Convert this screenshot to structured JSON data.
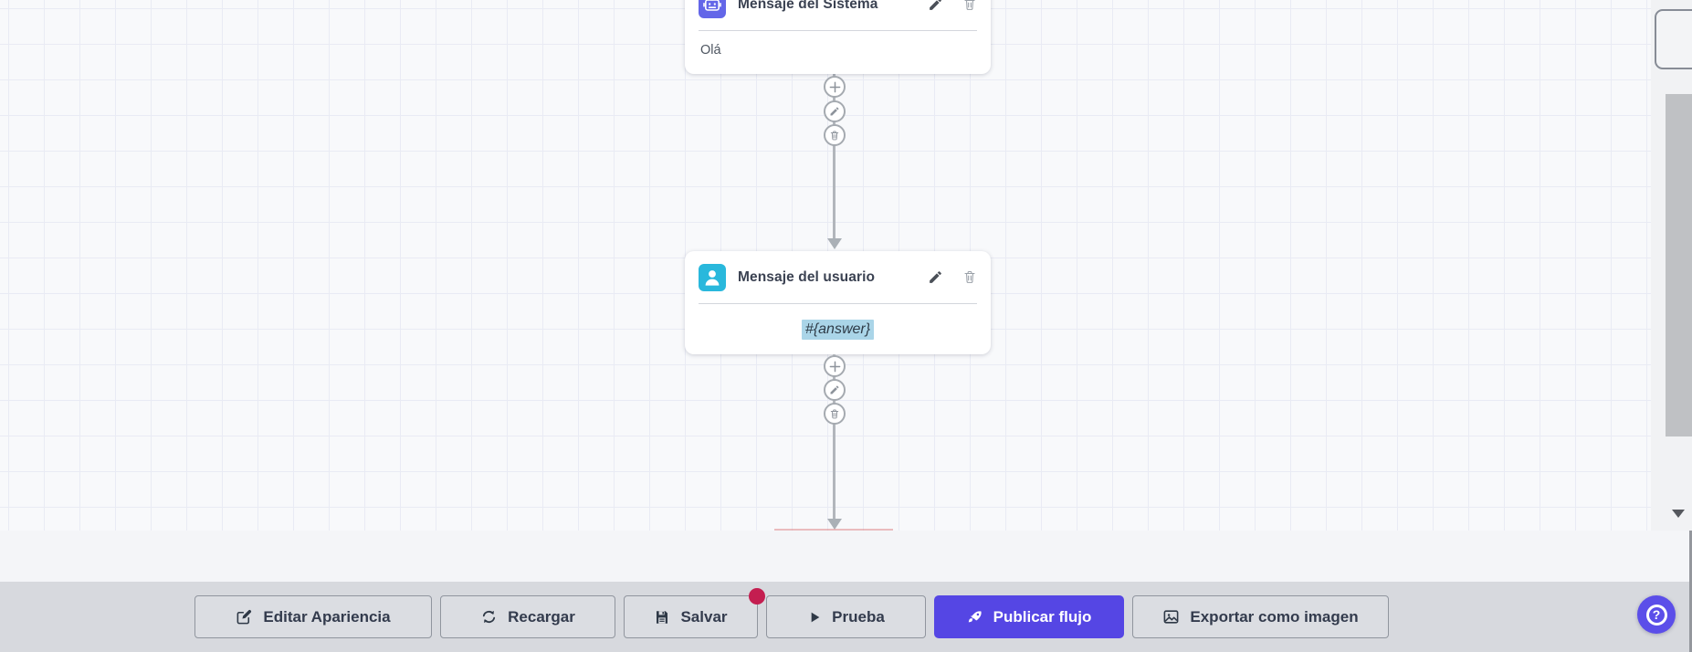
{
  "canvas": {
    "nodes": [
      {
        "title": "Mensaje del Sistema",
        "body": "Olá",
        "icon": "robot-icon",
        "icon_bg": "#6366e8"
      },
      {
        "title": "Mensaje del usuario",
        "body": "#{answer}",
        "icon": "user-icon",
        "icon_bg": "#29b8dc",
        "body_highlight_bg": "#aad5e8"
      }
    ],
    "connector_actions": [
      "add",
      "edit",
      "delete"
    ]
  },
  "toolbar": {
    "buttons": [
      {
        "label": "Editar Apariencia",
        "icon": "edit-icon"
      },
      {
        "label": "Recargar",
        "icon": "refresh-icon"
      },
      {
        "label": "Salvar",
        "icon": "save-icon",
        "badge": "unsaved-dot"
      },
      {
        "label": "Prueba",
        "icon": "play-icon"
      },
      {
        "label": "Publicar flujo",
        "icon": "rocket-icon"
      },
      {
        "label": "Exportar como imagen",
        "icon": "image-icon"
      }
    ]
  },
  "help": {
    "label": "?"
  },
  "colors": {
    "primary": "#5546e4",
    "system_icon_bg": "#6366e8",
    "user_icon_bg": "#29b8dc",
    "highlight_bg": "#aad5e8",
    "notification_badge": "#c41e50",
    "footer_bg": "#d7d9de",
    "connector_gray": "#aab0b6"
  }
}
